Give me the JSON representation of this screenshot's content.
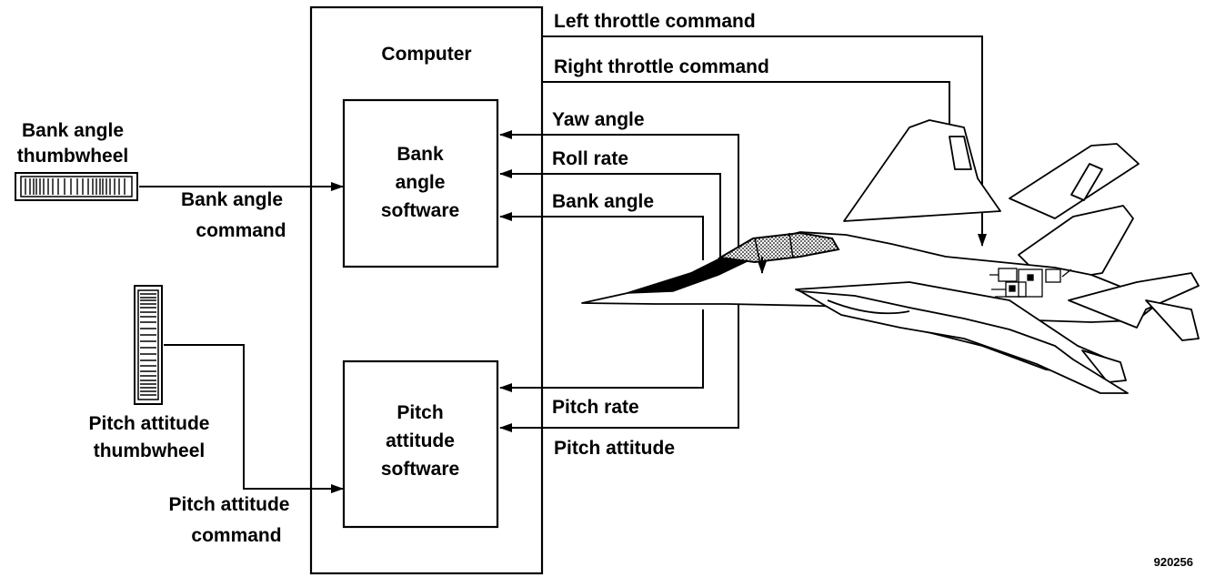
{
  "computer": {
    "title": "Computer"
  },
  "bank_software": {
    "line1": "Bank",
    "line2": "angle",
    "line3": "software"
  },
  "pitch_software": {
    "line1": "Pitch",
    "line2": "attitude",
    "line3": "software"
  },
  "bank_thumbwheel": {
    "line1": "Bank angle",
    "line2": "thumbwheel"
  },
  "bank_command": {
    "line1": "Bank angle",
    "line2": "command"
  },
  "pitch_thumbwheel": {
    "line1": "Pitch attitude",
    "line2": "thumbwheel"
  },
  "pitch_command": {
    "line1": "Pitch attitude",
    "line2": "command"
  },
  "signals": {
    "left_throttle": "Left throttle command",
    "right_throttle": "Right throttle command",
    "yaw_angle": "Yaw angle",
    "roll_rate": "Roll rate",
    "bank_angle": "Bank angle",
    "pitch_rate": "Pitch rate",
    "pitch_attitude": "Pitch attitude"
  },
  "figure_number": "920256"
}
